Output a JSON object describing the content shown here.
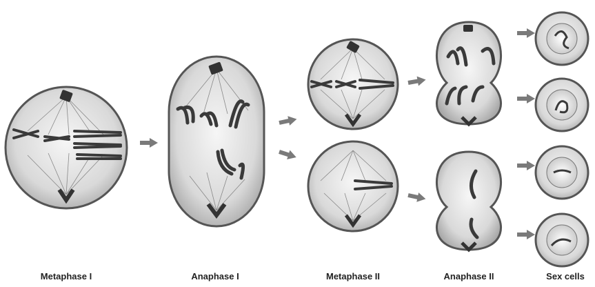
{
  "labels": {
    "metaphase_1": "Metaphase I",
    "anaphase_1": "Anaphase I",
    "metaphase_2": "Metaphase II",
    "anaphase_2": "Anaphase  II",
    "sex_cells": "Sex cells"
  },
  "colors": {
    "membrane": "#555555",
    "cytoplasm_light": "#f4f4f4",
    "cytoplasm_dark": "#b9b9b9",
    "chromosome": "#3a3a3a",
    "arrow": "#7a7a7a"
  }
}
